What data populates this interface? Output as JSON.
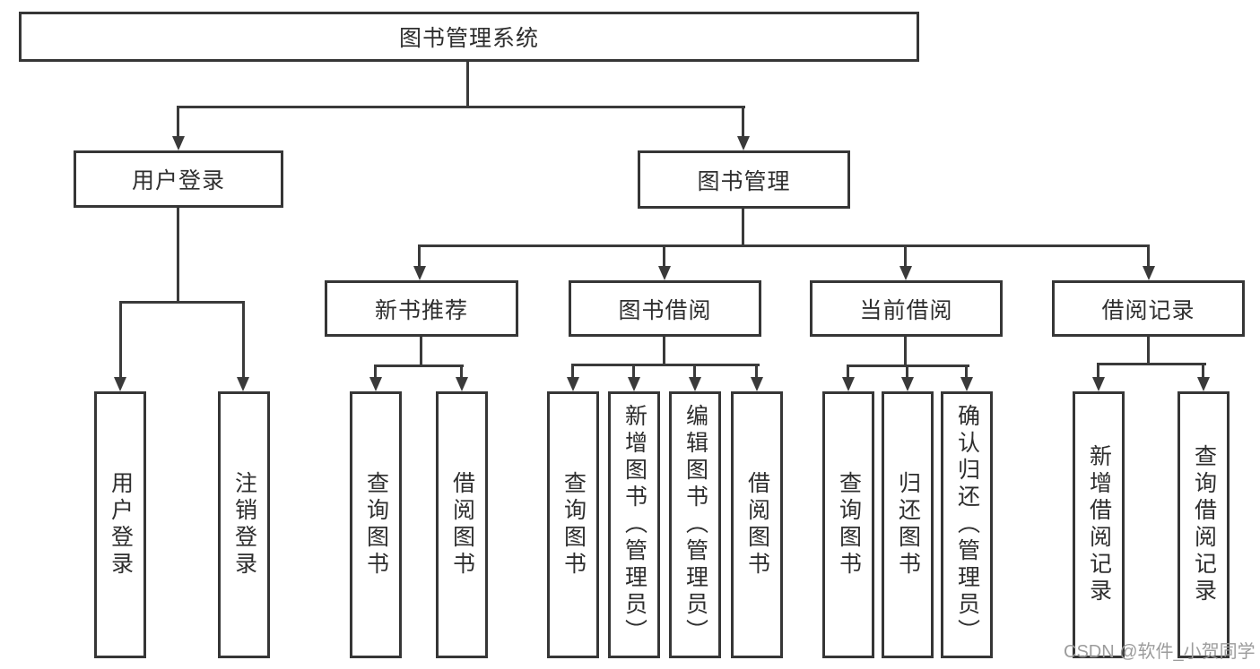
{
  "tree": {
    "label": "图书管理系统",
    "children": [
      {
        "label": "用户登录",
        "children": [
          {
            "label": "用户登录"
          },
          {
            "label": "注销登录"
          }
        ]
      },
      {
        "label": "图书管理",
        "children": [
          {
            "label": "新书推荐",
            "children": [
              {
                "label": "查询图书"
              },
              {
                "label": "借阅图书"
              }
            ]
          },
          {
            "label": "图书借阅",
            "children": [
              {
                "label": "查询图书"
              },
              {
                "label": "新增图书（管理员）"
              },
              {
                "label": "编辑图书（管理员）"
              },
              {
                "label": "借阅图书"
              }
            ]
          },
          {
            "label": "当前借阅",
            "children": [
              {
                "label": "查询图书"
              },
              {
                "label": "归还图书"
              },
              {
                "label": "确认归还（管理员）"
              }
            ]
          },
          {
            "label": "借阅记录",
            "children": [
              {
                "label": "新增借阅记录"
              },
              {
                "label": "查询借阅记录"
              }
            ]
          }
        ]
      }
    ]
  },
  "watermark": {
    "text": "CSDN @软件_小贺同学"
  },
  "colors": {
    "ink": "#363636",
    "line": "#3a3a3a",
    "text": "#2e2e2e",
    "watermark": "#9c9c9c",
    "background": "#ffffff"
  }
}
